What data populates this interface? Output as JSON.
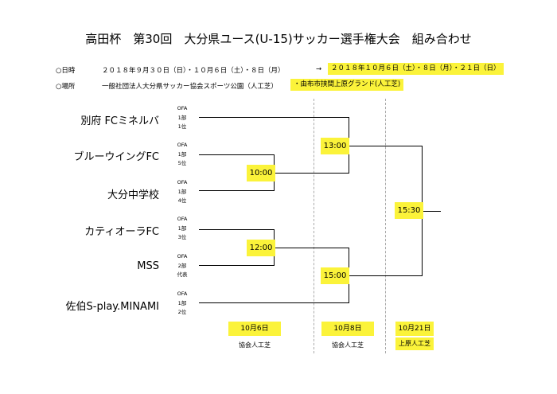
{
  "title": "高田杯　第30回　大分県ユース(U-15)サッカー選手権大会　組み合わせ",
  "schedule": {
    "date_label": "○日時",
    "date_original": "２０１８年９月３０日（日）・１０月６日（土）・８日（月）",
    "arrow": "→",
    "date_new": "２０１８年１０月６日（土）・８日（月）・２１日（日）",
    "venue_label": "○場所",
    "venue_original": "一般社団法人大分県サッカー協会スポーツ公園（人工芝）",
    "venue_new": "・由布市挟間上原グランド(人工芝)"
  },
  "teams": [
    {
      "name": "別府 FCミネルバ",
      "lines": [
        "OFA",
        "1部",
        "1位"
      ]
    },
    {
      "name": "ブルーウイングFC",
      "lines": [
        "OFA",
        "1部",
        "5位"
      ]
    },
    {
      "name": "大分中学校",
      "lines": [
        "OFA",
        "1部",
        "4位"
      ]
    },
    {
      "name": "カティオーラFC",
      "lines": [
        "OFA",
        "1部",
        "3位"
      ]
    },
    {
      "name": "MSS",
      "lines": [
        "OFA",
        "2部",
        "代表"
      ]
    },
    {
      "name": "佐伯S-play.MINAMI",
      "lines": [
        "OFA",
        "1部",
        "2位"
      ]
    }
  ],
  "matches": {
    "r1_top": "10:00",
    "r1_bottom": "12:00",
    "semi_top": "13:00",
    "semi_bottom": "15:00",
    "final": "15:30"
  },
  "rounds": [
    {
      "date": "10月6日",
      "venue": "協会人工芝"
    },
    {
      "date": "10月8日",
      "venue": "協会人工芝"
    },
    {
      "date": "10月21日",
      "venue": "上原人工芝"
    }
  ],
  "colors": {
    "highlight": "#fbf33a",
    "line": "#000000",
    "divider": "#aaaaaa"
  }
}
